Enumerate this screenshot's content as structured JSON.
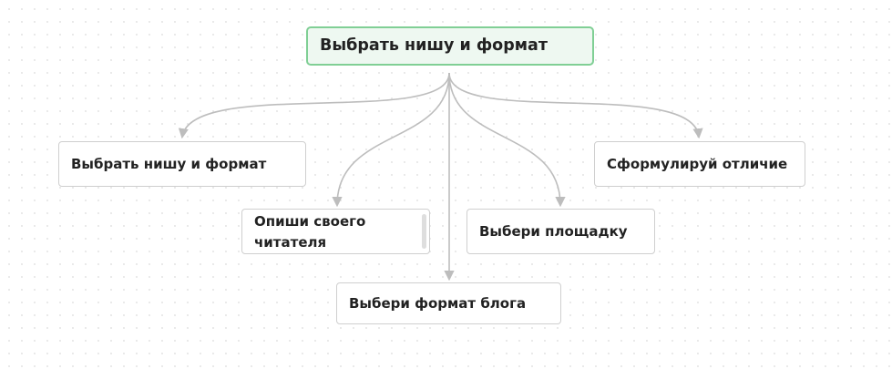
{
  "mindmap": {
    "root": {
      "label": "Выбрать нишу и формат"
    },
    "children": [
      {
        "label": "Выбрать нишу и формат"
      },
      {
        "label": "Опиши своего читателя"
      },
      {
        "label": "Выбери формат блога"
      },
      {
        "label": "Выбери площадку"
      },
      {
        "label": "Сформулируй отличие"
      }
    ]
  },
  "colors": {
    "root_fill": "#eef8f1",
    "root_border": "#80cf95",
    "node_border": "#cfcfcf",
    "edge": "#bdbdbd",
    "text": "#222222"
  }
}
